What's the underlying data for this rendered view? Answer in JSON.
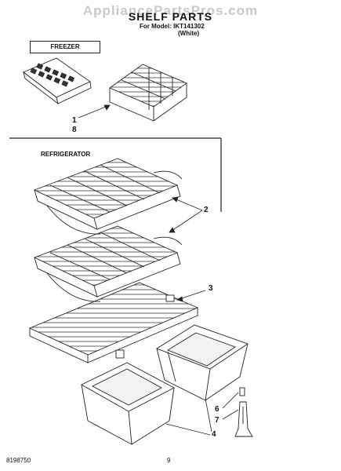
{
  "watermark": "AppliancePartsPros.com",
  "header": {
    "title": "SHELF PARTS",
    "model_line": "For Model: IKT141302",
    "color_line": "(White)"
  },
  "sections": {
    "freezer": "FREEZER",
    "refrigerator": "REFRIGERATOR"
  },
  "callouts": {
    "n1": "1",
    "n8": "8",
    "n2": "2",
    "n3": "3",
    "n6": "6",
    "n7": "7",
    "n4": "4"
  },
  "footer": {
    "doc_number": "8198750",
    "page_number": "9"
  }
}
